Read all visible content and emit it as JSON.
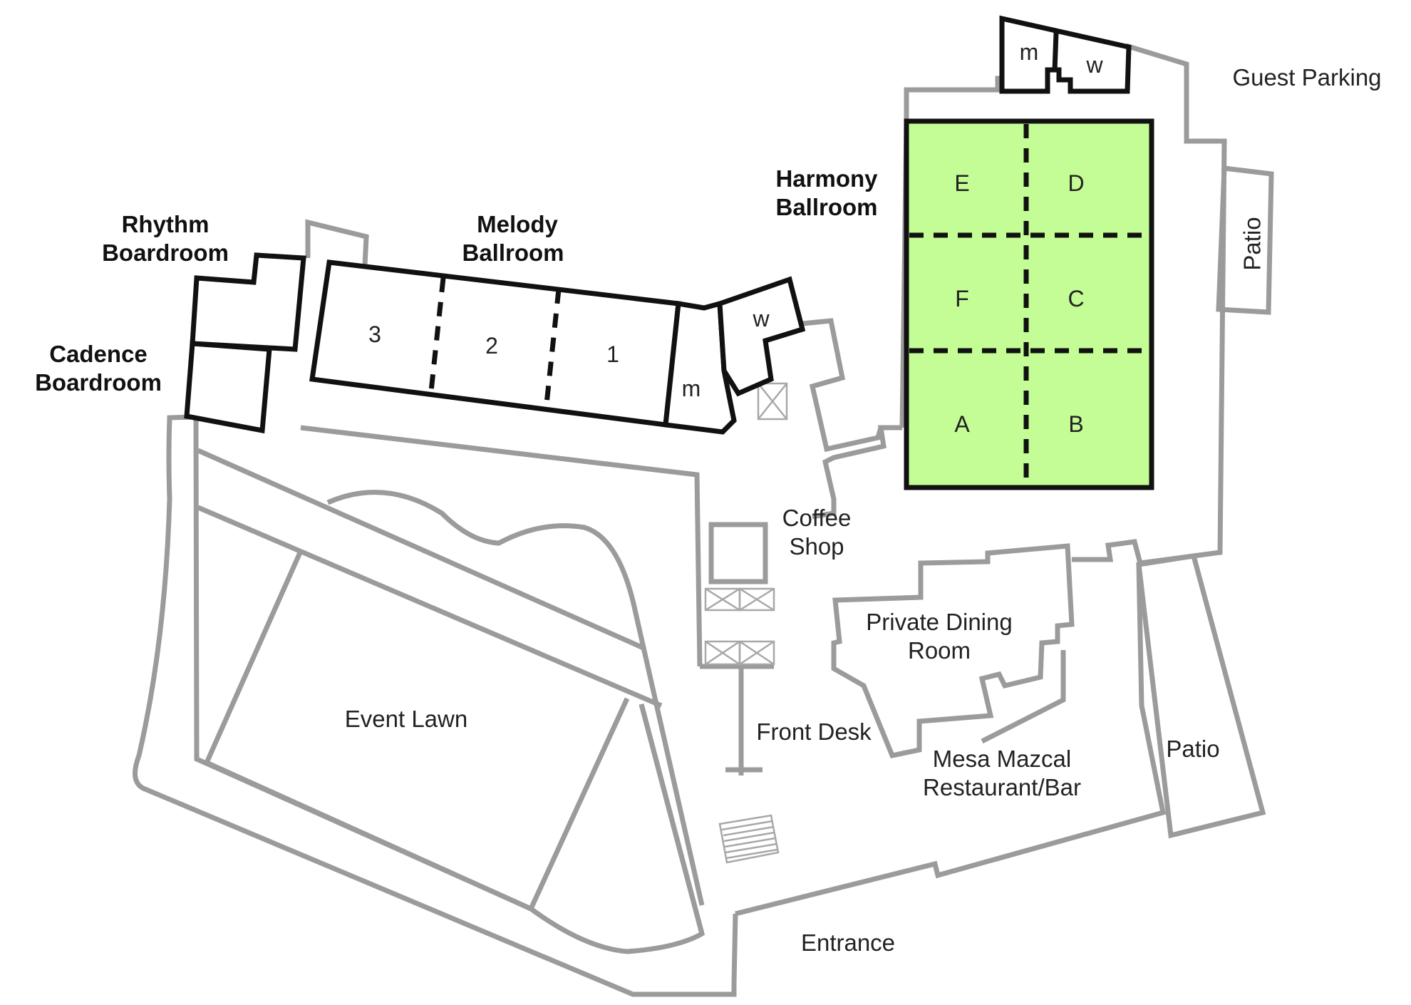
{
  "colors": {
    "highlight": "#c4fc95",
    "outline_active": "#111111",
    "outline_inactive": "#9b9b9b",
    "background": "#ffffff"
  },
  "labels": {
    "guest_parking": "Guest Parking",
    "patio_east": "Patio",
    "patio_south": "Patio",
    "harmony_ballroom": [
      "Harmony",
      "Ballroom"
    ],
    "melody_ballroom": [
      "Melody",
      "Ballroom"
    ],
    "rhythm_boardroom": [
      "Rhythm",
      "Boardroom"
    ],
    "cadence_boardroom": [
      "Cadence",
      "Boardroom"
    ],
    "coffee_shop": [
      "Coffee",
      "Shop"
    ],
    "private_dining": [
      "Private Dining",
      "Room"
    ],
    "event_lawn": "Event Lawn",
    "front_desk": "Front Desk",
    "mesa_mazcal": [
      "Mesa Mazcal",
      "Restaurant/Bar"
    ],
    "entrance": "Entrance"
  },
  "harmony_sections": [
    "E",
    "D",
    "F",
    "C",
    "A",
    "B"
  ],
  "melody_sections": [
    "3",
    "2",
    "1"
  ],
  "restrooms": {
    "men": "m",
    "women": "w"
  }
}
